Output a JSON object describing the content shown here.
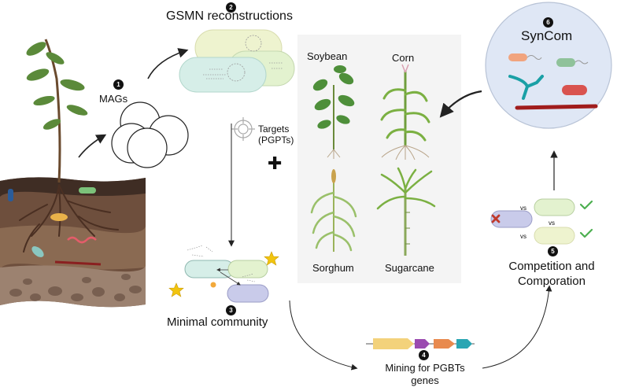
{
  "steps": {
    "s1": {
      "num": "1",
      "label": "MAGs"
    },
    "s2": {
      "num": "2",
      "label": "GSMN reconstructions"
    },
    "s3": {
      "num": "3",
      "label": "Minimal community"
    },
    "s4": {
      "num": "4",
      "label_line1": "Mining for PGBTs",
      "label_line2": "genes"
    },
    "s5": {
      "num": "5",
      "label_line1": "Competition and",
      "label_line2": "Comporation"
    },
    "s6": {
      "num": "6",
      "label": "SynCom"
    }
  },
  "targets": {
    "line1": "Targets",
    "line2": "(PGPTs)"
  },
  "plus_sign": "✚",
  "crops": [
    "Soybean",
    "Corn",
    "Sorghum",
    "Sugarcane"
  ],
  "versus": [
    "vs",
    "vs",
    "vs"
  ],
  "icons": [
    "plant-in-soil-icon",
    "cell-cluster-icon",
    "bacteria-capsule-icon",
    "target-icon",
    "soybean-icon",
    "corn-icon",
    "sorghum-icon",
    "sugarcane-icon",
    "gene-arrows-icon",
    "check-icon",
    "cross-icon",
    "star-icon"
  ],
  "colors": {
    "soil_dark": "#4a342a",
    "soil_mid": "#7a5a45",
    "capsule_yellow": "#eef3cf",
    "capsule_teal": "#d6eee8",
    "capsule_purple": "#c9cbea",
    "capsule_green": "#e3f2cf",
    "check_green": "#4caf50",
    "cross_red": "#c0392b",
    "syncom_circle": "#dfe7f5"
  }
}
